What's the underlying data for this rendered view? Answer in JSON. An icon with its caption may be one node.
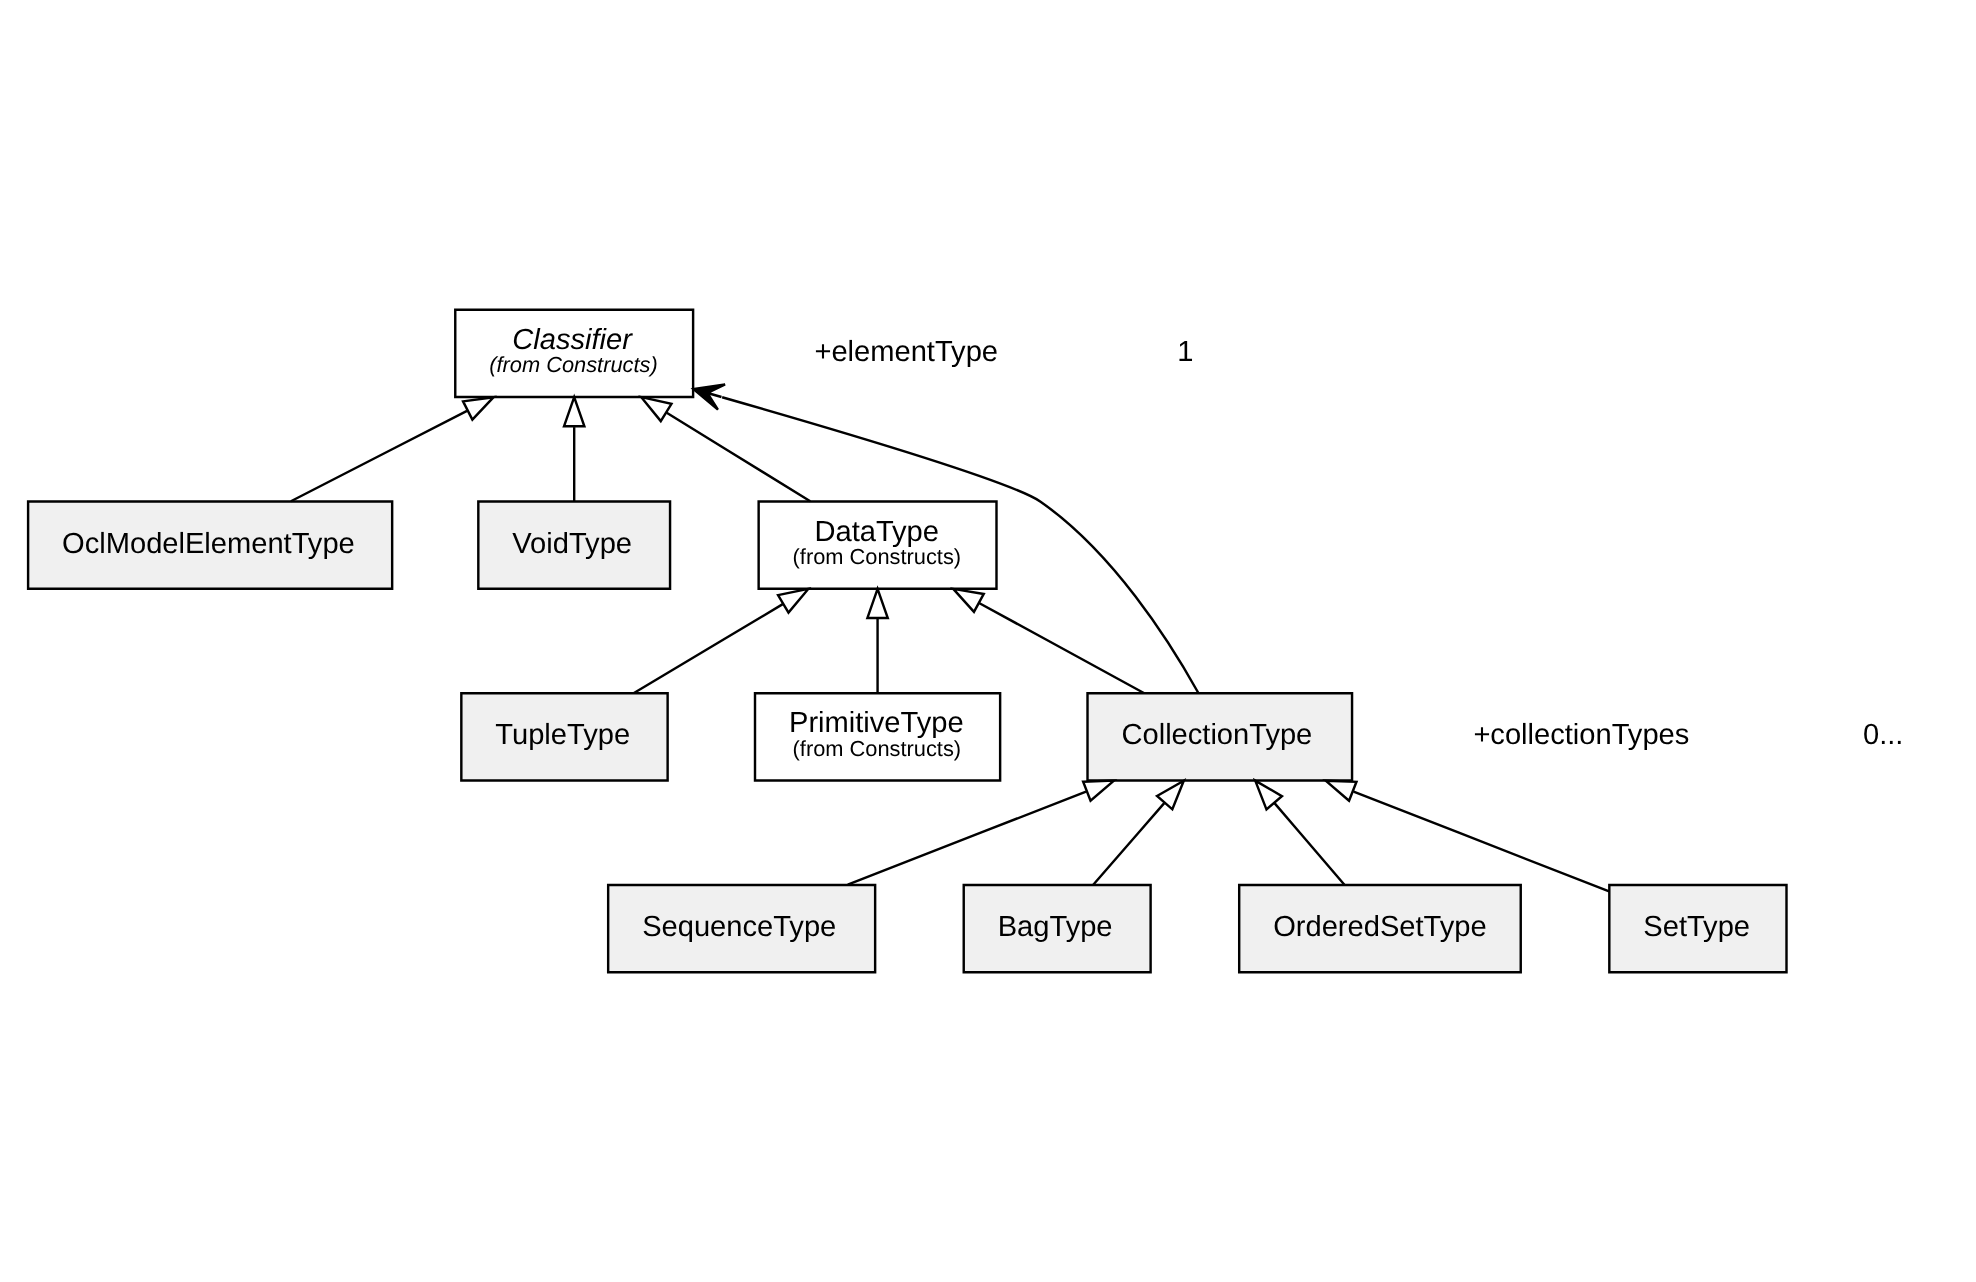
{
  "diagram": {
    "nodes": [
      {
        "text": [
          "Classifier",
          "(from Constructs)"
        ]
      },
      {
        "text": [
          "OclModelElementType"
        ]
      },
      {
        "text": [
          "VoidType"
        ]
      },
      {
        "text": [
          "DataType",
          "(from Constructs)"
        ]
      },
      {
        "text": [
          "TupleType"
        ]
      },
      {
        "text": [
          "PrimitiveType",
          "(from Constructs)"
        ]
      },
      {
        "text": [
          "CollectionType"
        ]
      },
      {
        "text": [
          "SequenceType"
        ]
      },
      {
        "text": [
          "BagType"
        ]
      },
      {
        "text": [
          "OrderedSetType"
        ]
      },
      {
        "text": [
          "SetType"
        ]
      }
    ],
    "edges": [
      {
        "from": 1,
        "to": 0,
        "arrow": "to"
      },
      {
        "from": 2,
        "to": 0,
        "arrow": "to"
      },
      {
        "from": 3,
        "to": 0,
        "arrow": "to"
      },
      {
        "from": 4,
        "to": 3,
        "arrow": "to"
      },
      {
        "from": 5,
        "to": 3,
        "arrow": "to"
      },
      {
        "from": 6,
        "to": 3,
        "arrow": "to"
      },
      {
        "from": 7,
        "to": 6,
        "arrow": "to"
      },
      {
        "from": 8,
        "to": 6,
        "arrow": "to"
      },
      {
        "from": 9,
        "to": 6,
        "arrow": "to"
      },
      {
        "from": 10,
        "to": 6,
        "arrow": "to"
      },
      {
        "from": 6,
        "to": 0,
        "arrow": "to"
      }
    ],
    "labels": [
      "+elementType",
      "1",
      "+collectionTypes",
      "0..."
    ]
  }
}
